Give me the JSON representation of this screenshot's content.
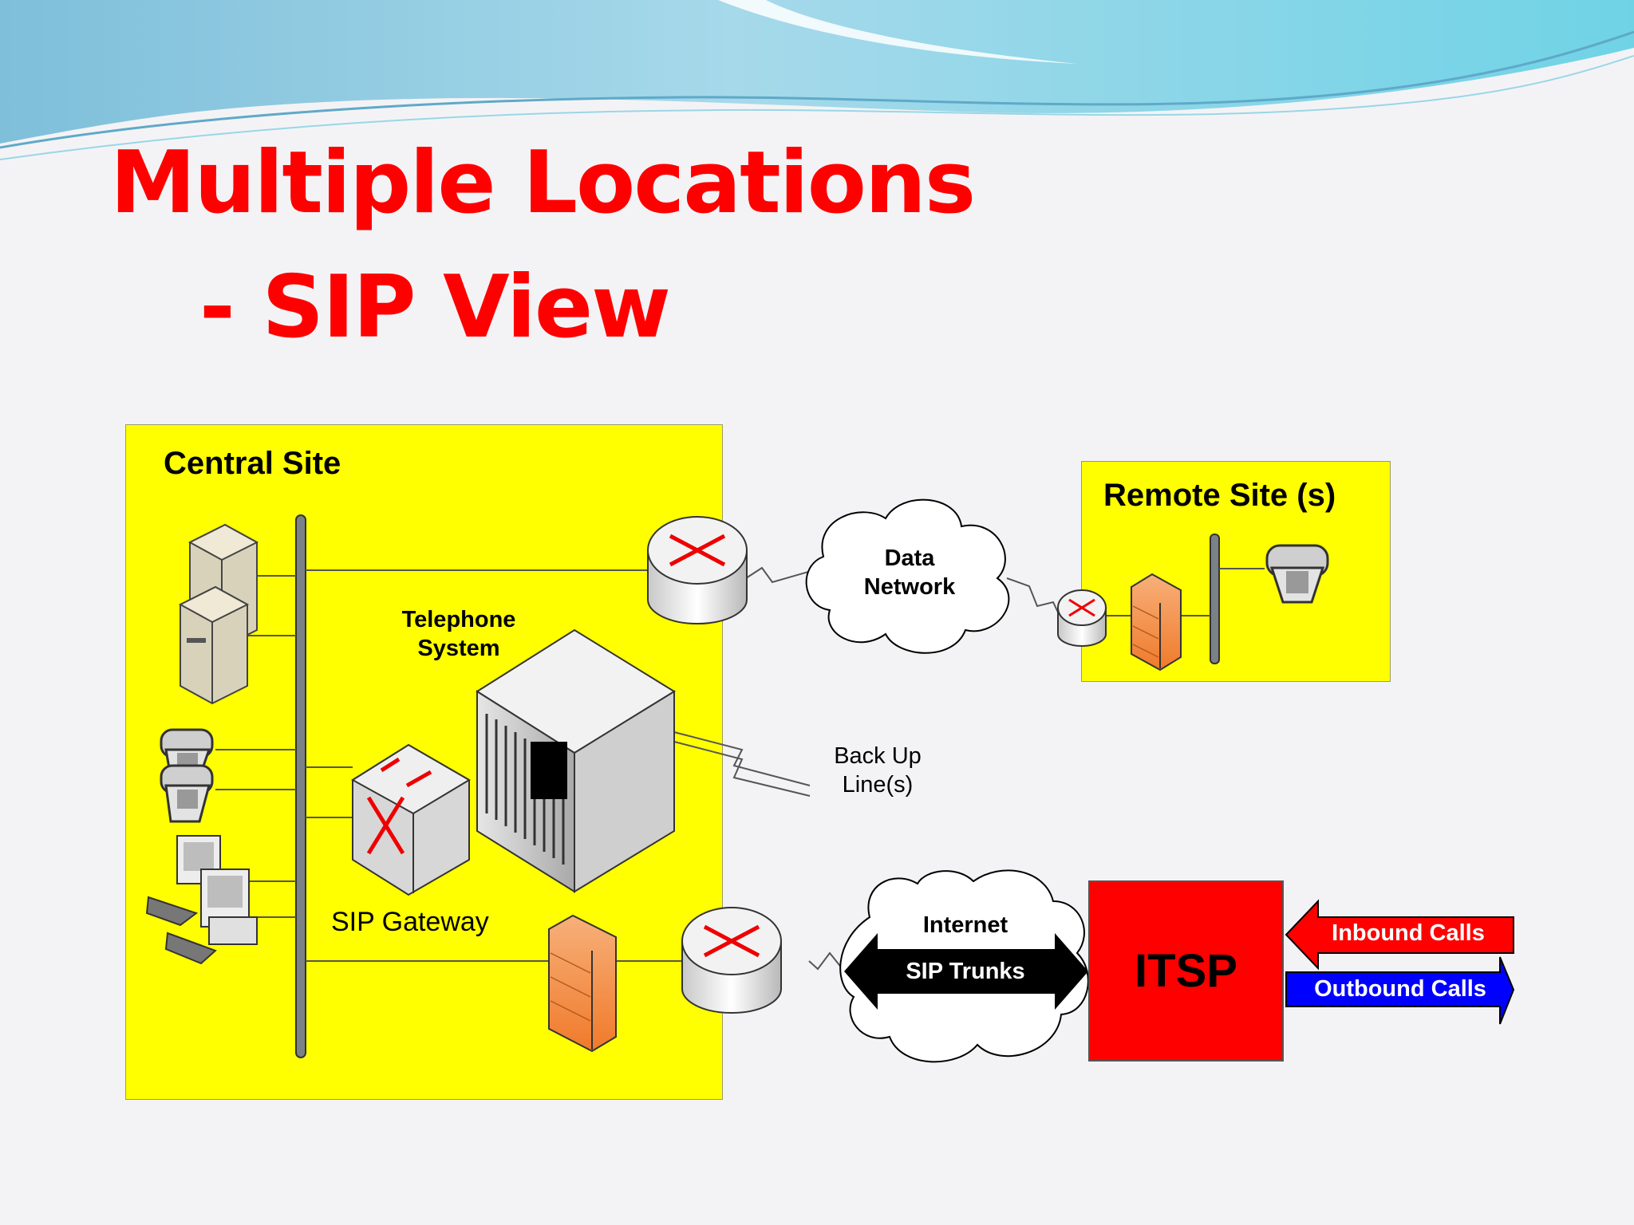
{
  "title": {
    "line1": "Multiple Locations",
    "line2": "- SIP View"
  },
  "colors": {
    "title": "#ff0000",
    "site_fill": "#ffff00",
    "itsp_fill": "#ff0000",
    "inbound": "#ff0000",
    "outbound": "#0000ff",
    "trunk": "#000000"
  },
  "diagram": {
    "central_site": "Central Site",
    "remote_site": "Remote Site (s)",
    "telephone_system": "Telephone\nSystem",
    "sip_gateway": "SIP Gateway",
    "data_network": "Data\nNetwork",
    "backup_lines": "Back Up\nLine(s)",
    "internet": "Internet",
    "sip_trunks": "SIP Trunks",
    "itsp": "ITSP",
    "inbound_calls": "Inbound Calls",
    "outbound_calls": "Outbound Calls"
  },
  "icons": [
    "server-icon",
    "telephone-icon",
    "workstation-icon",
    "router-icon",
    "firewall-icon",
    "switch-icon",
    "pbx-icon",
    "cloud-icon",
    "arrow-icon"
  ]
}
